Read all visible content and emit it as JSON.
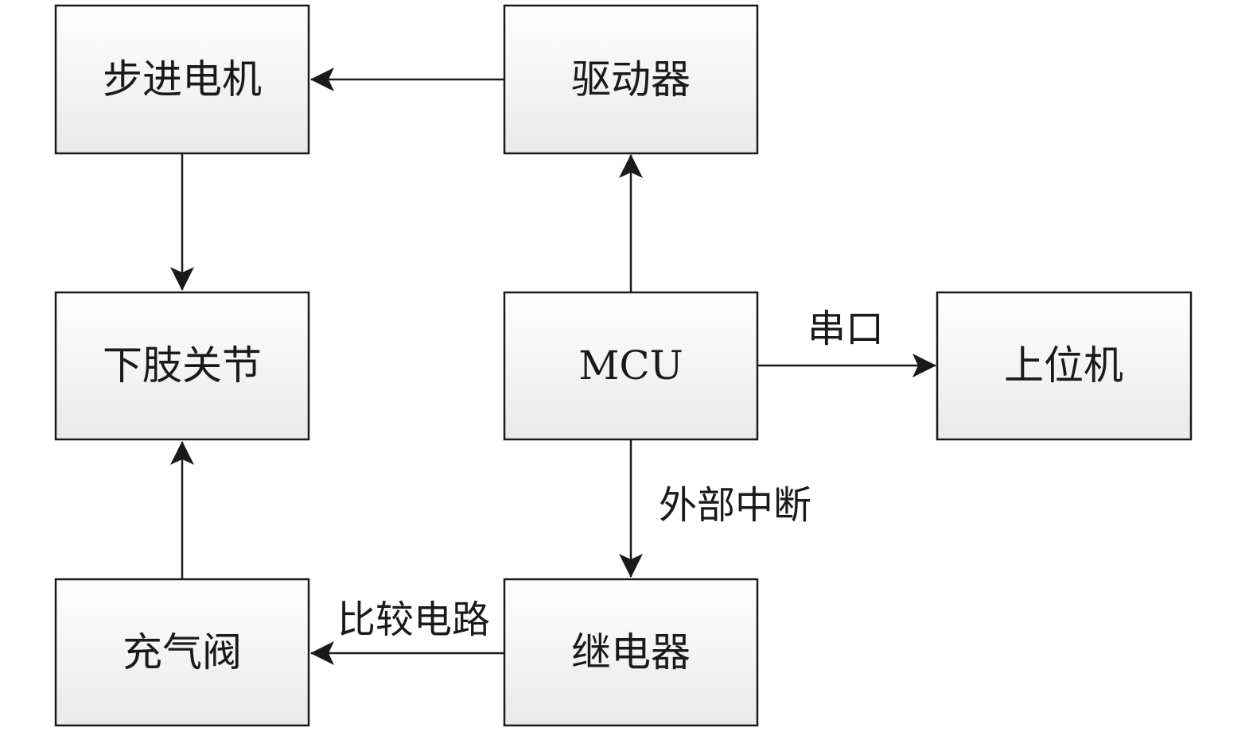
{
  "diagram": {
    "blocks": {
      "stepper_motor": "步进电机",
      "driver": "驱动器",
      "lower_limb_joint": "下肢关节",
      "mcu": "MCU",
      "host_computer": "上位机",
      "inflation_valve": "充气阀",
      "relay": "继电器"
    },
    "edges": {
      "serial_port": "串口",
      "external_interrupt": "外部中断",
      "comparator_circuit": "比较电路"
    }
  }
}
